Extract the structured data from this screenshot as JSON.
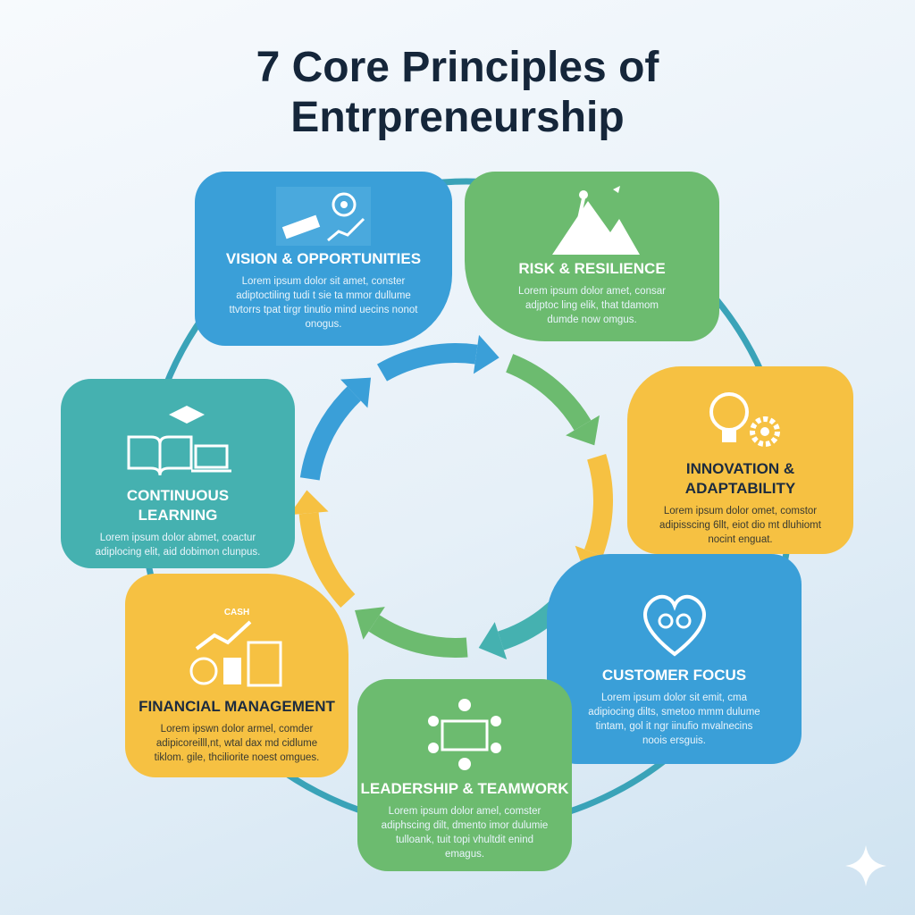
{
  "title": {
    "line1": "7 Core Principles of",
    "line2": "Entrpreneurship"
  },
  "principles": [
    {
      "title": "VISION & OPPORTUNITIES",
      "body": "Lorem ipsum dolor sit amet, conster adiptoctiling tudi t sie ta mmor dullume ttvtorrs tpat tirgr tinutio mind uecins nonot onogus.",
      "icon": "telescope-target-chart-icon"
    },
    {
      "title": "RISK & RESILIENCE",
      "body": "Lorem ipsum dolor amet, consar adjptoc ling elik, that tdamom dumde now omgus.",
      "icon": "mountain-climber-icon"
    },
    {
      "title": "INNOVATION & ADAPTABILITY",
      "body": "Lorem ipsum dolor omet, comstor adipisscing 6llt, eiot dio mt dluhiomt nocint enguat.",
      "icon": "lightbulb-gear-icon"
    },
    {
      "title": "CUSTOMER FOCUS",
      "body": "Lorem ipsum dolor sit emit, cma adipiocing dilts, smetoo mmm dulume tintam, gol it ngr iinufio mvalnecins noois ersguis.",
      "icon": "heart-people-icon"
    },
    {
      "title": "LEADERSHIP & TEAMWORK",
      "body": "Lorem ipsum dolor amel, comster adiphscing dilt, dmento imor dulumie tulloank, tuit topi vhultdit enind emagus.",
      "icon": "team-meeting-icon"
    },
    {
      "title": "FINANCIAL MANAGEMENT",
      "body": "Lorem ipswn dolor armel, comder adipicoreilll,nt, wtal dax md cidlume tiklom. gile, thciliorite noest omgues.",
      "icon": "coins-calculator-icon",
      "icon_text": "CASH"
    },
    {
      "title": "CONTINUOUS LEARNING",
      "body": "Lorem ipsum dolor abmet, coactur adiplocing elit, aid dobimon clunpus.",
      "icon": "book-graduation-laptop-icon"
    }
  ],
  "colors": {
    "blue": "#3a9fd8",
    "green": "#6cbb6f",
    "yellow": "#f6c142",
    "teal": "#45b1b0",
    "title": "#15263a"
  }
}
